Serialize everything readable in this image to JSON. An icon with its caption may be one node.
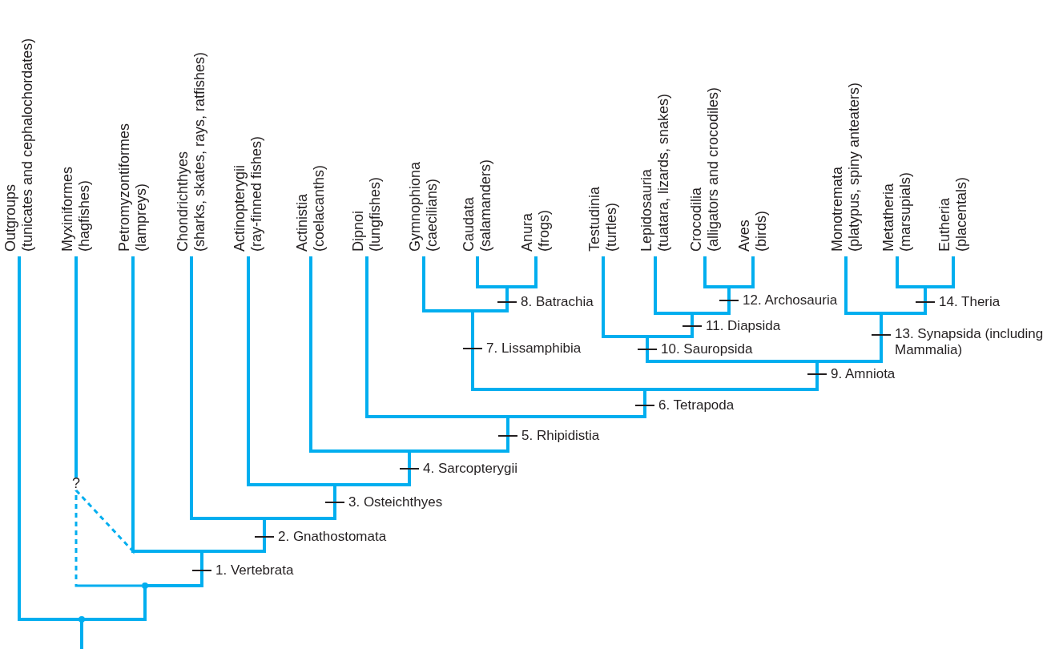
{
  "diagram": {
    "nodes": [
      {
        "text": [
          "Outgroups",
          "(tunicates and cephalochordates)"
        ]
      },
      {
        "text": [
          "Myxiniformes",
          "(hagfishes)"
        ]
      },
      {
        "text": [
          "Petromyzontiformes",
          "(lampreys)"
        ]
      },
      {
        "text": [
          "Chondrichthyes",
          "(sharks, skates, rays, ratfishes)"
        ]
      },
      {
        "text": [
          "Actinopterygii",
          "(ray-finned fishes)"
        ]
      },
      {
        "text": [
          "Actinistia",
          "(coelacanths)"
        ]
      },
      {
        "text": [
          "Dipnoi",
          "(lungfishes)"
        ]
      },
      {
        "text": [
          "Gymnophiona",
          "(caecilians)"
        ]
      },
      {
        "text": [
          "Caudata",
          "(salamanders)"
        ]
      },
      {
        "text": [
          "Anura",
          "(frogs)"
        ]
      },
      {
        "text": [
          "Testudinia",
          "(turtles)"
        ]
      },
      {
        "text": [
          "Lepidosauria",
          "(tuatara, lizards, snakes)"
        ]
      },
      {
        "text": [
          "Crocodilia",
          "(alligators and crocodiles)"
        ]
      },
      {
        "text": [
          "Aves",
          "(birds)"
        ]
      },
      {
        "text": [
          "Monotremata",
          "(platypus, spiny anteaters)"
        ]
      },
      {
        "text": [
          "Metatheria",
          "(marsupials)"
        ]
      },
      {
        "text": [
          "Eutheria",
          "(placentals)"
        ]
      },
      {
        "text": [
          "1. Vertebrata"
        ]
      },
      {
        "text": [
          "2. Gnathostomata"
        ]
      },
      {
        "text": [
          "3. Osteichthyes"
        ]
      },
      {
        "text": [
          "4. Sarcopterygii"
        ]
      },
      {
        "text": [
          "5. Rhipidistia"
        ]
      },
      {
        "text": [
          "6. Tetrapoda"
        ]
      },
      {
        "text": [
          "7. Lissamphibia"
        ]
      },
      {
        "text": [
          "8. Batrachia"
        ]
      },
      {
        "text": [
          "9. Amniota"
        ]
      },
      {
        "text": [
          "10. Sauropsida"
        ]
      },
      {
        "text": [
          "11. Diapsida"
        ]
      },
      {
        "text": [
          "12. Archosauria"
        ]
      },
      {
        "text": [
          "13. Synapsida (including Mammalia)"
        ]
      },
      {
        "text": [
          "14. Theria"
        ]
      },
      {
        "text": [],
        "shape": "circle"
      },
      {
        "text": [],
        "shape": "circle"
      },
      {
        "text": [
          "?"
        ]
      }
    ],
    "edges": [
      {
        "from": null,
        "to": 31,
        "arrow": "none"
      },
      {
        "from": 31,
        "to": 0,
        "arrow": "none"
      },
      {
        "from": 31,
        "to": 32,
        "arrow": "none"
      },
      {
        "from": 32,
        "to": 33,
        "arrow": "none",
        "style": "dashed"
      },
      {
        "from": 33,
        "to": 1,
        "arrow": "none"
      },
      {
        "from": 33,
        "to": 2,
        "arrow": "none",
        "style": "dashed"
      },
      {
        "from": 32,
        "to": 17,
        "arrow": "none"
      },
      {
        "from": 17,
        "to": 2,
        "arrow": "none"
      },
      {
        "from": 17,
        "to": 18,
        "arrow": "none"
      },
      {
        "from": 18,
        "to": 3,
        "arrow": "none"
      },
      {
        "from": 18,
        "to": 19,
        "arrow": "none"
      },
      {
        "from": 19,
        "to": 4,
        "arrow": "none"
      },
      {
        "from": 19,
        "to": 20,
        "arrow": "none"
      },
      {
        "from": 20,
        "to": 5,
        "arrow": "none"
      },
      {
        "from": 20,
        "to": 21,
        "arrow": "none"
      },
      {
        "from": 21,
        "to": 6,
        "arrow": "none"
      },
      {
        "from": 21,
        "to": 22,
        "arrow": "none"
      },
      {
        "from": 22,
        "to": 23,
        "arrow": "none"
      },
      {
        "from": 22,
        "to": 25,
        "arrow": "none"
      },
      {
        "from": 23,
        "to": 7,
        "arrow": "none"
      },
      {
        "from": 23,
        "to": 24,
        "arrow": "none"
      },
      {
        "from": 24,
        "to": 8,
        "arrow": "none"
      },
      {
        "from": 24,
        "to": 9,
        "arrow": "none"
      },
      {
        "from": 25,
        "to": 26,
        "arrow": "none"
      },
      {
        "from": 25,
        "to": 29,
        "arrow": "none"
      },
      {
        "from": 26,
        "to": 10,
        "arrow": "none"
      },
      {
        "from": 26,
        "to": 27,
        "arrow": "none"
      },
      {
        "from": 27,
        "to": 11,
        "arrow": "none"
      },
      {
        "from": 27,
        "to": 28,
        "arrow": "none"
      },
      {
        "from": 28,
        "to": 12,
        "arrow": "none"
      },
      {
        "from": 28,
        "to": 13,
        "arrow": "none"
      },
      {
        "from": 29,
        "to": 14,
        "arrow": "none"
      },
      {
        "from": 29,
        "to": 30,
        "arrow": "none"
      },
      {
        "from": 30,
        "to": 15,
        "arrow": "none"
      },
      {
        "from": 30,
        "to": 16,
        "arrow": "none"
      }
    ]
  }
}
